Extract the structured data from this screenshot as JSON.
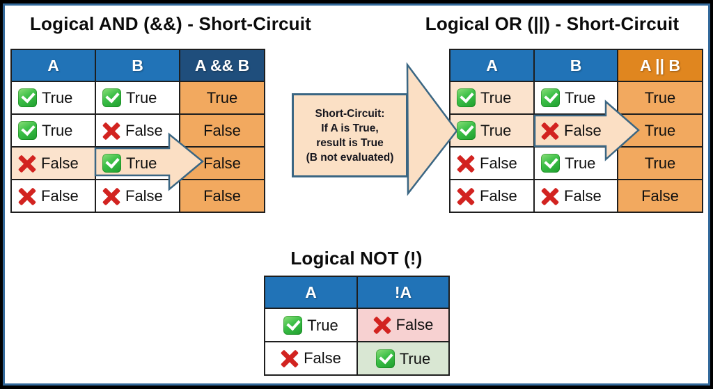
{
  "titles": {
    "and": "Logical AND (&&) - Short-Circuit",
    "or": "Logical OR (||) - Short-Circuit",
    "not": "Logical NOT (!)"
  },
  "callout": {
    "lines": [
      "Short-Circuit:",
      "If A is True,",
      "result is True",
      "(B not evaluated)"
    ]
  },
  "tables": {
    "and": {
      "headers": [
        {
          "label": "A",
          "style": "blue"
        },
        {
          "label": "B",
          "style": "blue"
        },
        {
          "label": "A && B",
          "style": "darkblue"
        }
      ],
      "rows": [
        [
          {
            "icon": "check",
            "label": "True",
            "bg": "white"
          },
          {
            "icon": "check",
            "label": "True",
            "bg": "white"
          },
          {
            "icon": null,
            "label": "True",
            "bg": "orange"
          }
        ],
        [
          {
            "icon": "check",
            "label": "True",
            "bg": "white"
          },
          {
            "icon": "cross",
            "label": "False",
            "bg": "white"
          },
          {
            "icon": null,
            "label": "False",
            "bg": "orange"
          }
        ],
        [
          {
            "icon": "cross",
            "label": "False",
            "bg": "peach"
          },
          {
            "icon": "check",
            "label": "True",
            "bg": "white"
          },
          {
            "icon": null,
            "label": "False",
            "bg": "orange"
          }
        ],
        [
          {
            "icon": "cross",
            "label": "False",
            "bg": "white"
          },
          {
            "icon": "cross",
            "label": "False",
            "bg": "white"
          },
          {
            "icon": null,
            "label": "False",
            "bg": "orange"
          }
        ]
      ]
    },
    "or": {
      "headers": [
        {
          "label": "A",
          "style": "blue"
        },
        {
          "label": "B",
          "style": "blue"
        },
        {
          "label": "A || B",
          "style": "orange"
        }
      ],
      "rows": [
        [
          {
            "icon": "check",
            "label": "True",
            "bg": "peach"
          },
          {
            "icon": "check",
            "label": "True",
            "bg": "white"
          },
          {
            "icon": null,
            "label": "True",
            "bg": "orange"
          }
        ],
        [
          {
            "icon": "check",
            "label": "True",
            "bg": "peach"
          },
          {
            "icon": "cross",
            "label": "False",
            "bg": "white"
          },
          {
            "icon": null,
            "label": "True",
            "bg": "orange"
          }
        ],
        [
          {
            "icon": "cross",
            "label": "False",
            "bg": "white"
          },
          {
            "icon": "check",
            "label": "True",
            "bg": "white"
          },
          {
            "icon": null,
            "label": "True",
            "bg": "orange"
          }
        ],
        [
          {
            "icon": "cross",
            "label": "False",
            "bg": "white"
          },
          {
            "icon": "cross",
            "label": "False",
            "bg": "white"
          },
          {
            "icon": null,
            "label": "False",
            "bg": "orange"
          }
        ]
      ]
    },
    "not": {
      "headers": [
        {
          "label": "A",
          "style": "blue"
        },
        {
          "label": "!A",
          "style": "blue"
        }
      ],
      "rows": [
        [
          {
            "icon": "check",
            "label": "True",
            "bg": "white"
          },
          {
            "icon": "cross",
            "label": "False",
            "bg": "pink"
          }
        ],
        [
          {
            "icon": "cross",
            "label": "False",
            "bg": "white"
          },
          {
            "icon": "check",
            "label": "True",
            "bg": "green"
          }
        ]
      ]
    }
  },
  "colors": {
    "header_blue": "#2173b7",
    "header_dark_blue": "#1f4e7c",
    "header_orange": "#e0861f",
    "result_orange": "#f2a95f",
    "highlight_peach": "#fbe3cd",
    "false_pink": "#f7d1d1",
    "true_green": "#d9e7d3",
    "arrow_fill": "#fbdfc4",
    "arrow_stroke": "#3a6683",
    "check_green": "#2aa636",
    "cross_red": "#d22320",
    "frame_blue": "#33699b"
  }
}
